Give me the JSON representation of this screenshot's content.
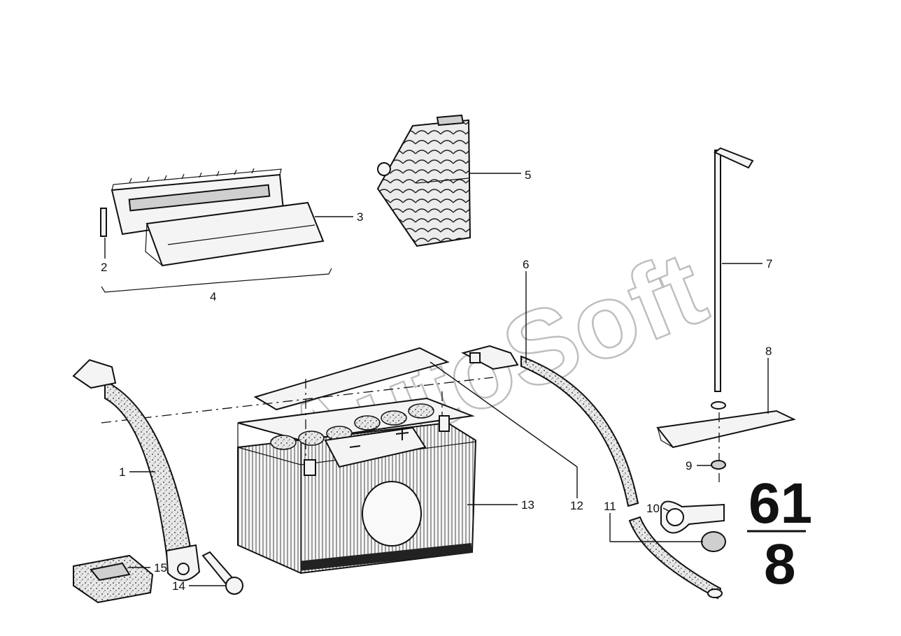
{
  "watermark": "AutoSoft",
  "group_code": {
    "top": "61",
    "bottom": "8"
  },
  "callouts": {
    "c1": "1",
    "c2": "2",
    "c3": "3",
    "c4": "4",
    "c5": "5",
    "c6": "6",
    "c7": "7",
    "c8": "8",
    "c9": "9",
    "c10": "10",
    "c11": "11",
    "c12": "12",
    "c13": "13",
    "c14": "14",
    "c15": "15"
  }
}
